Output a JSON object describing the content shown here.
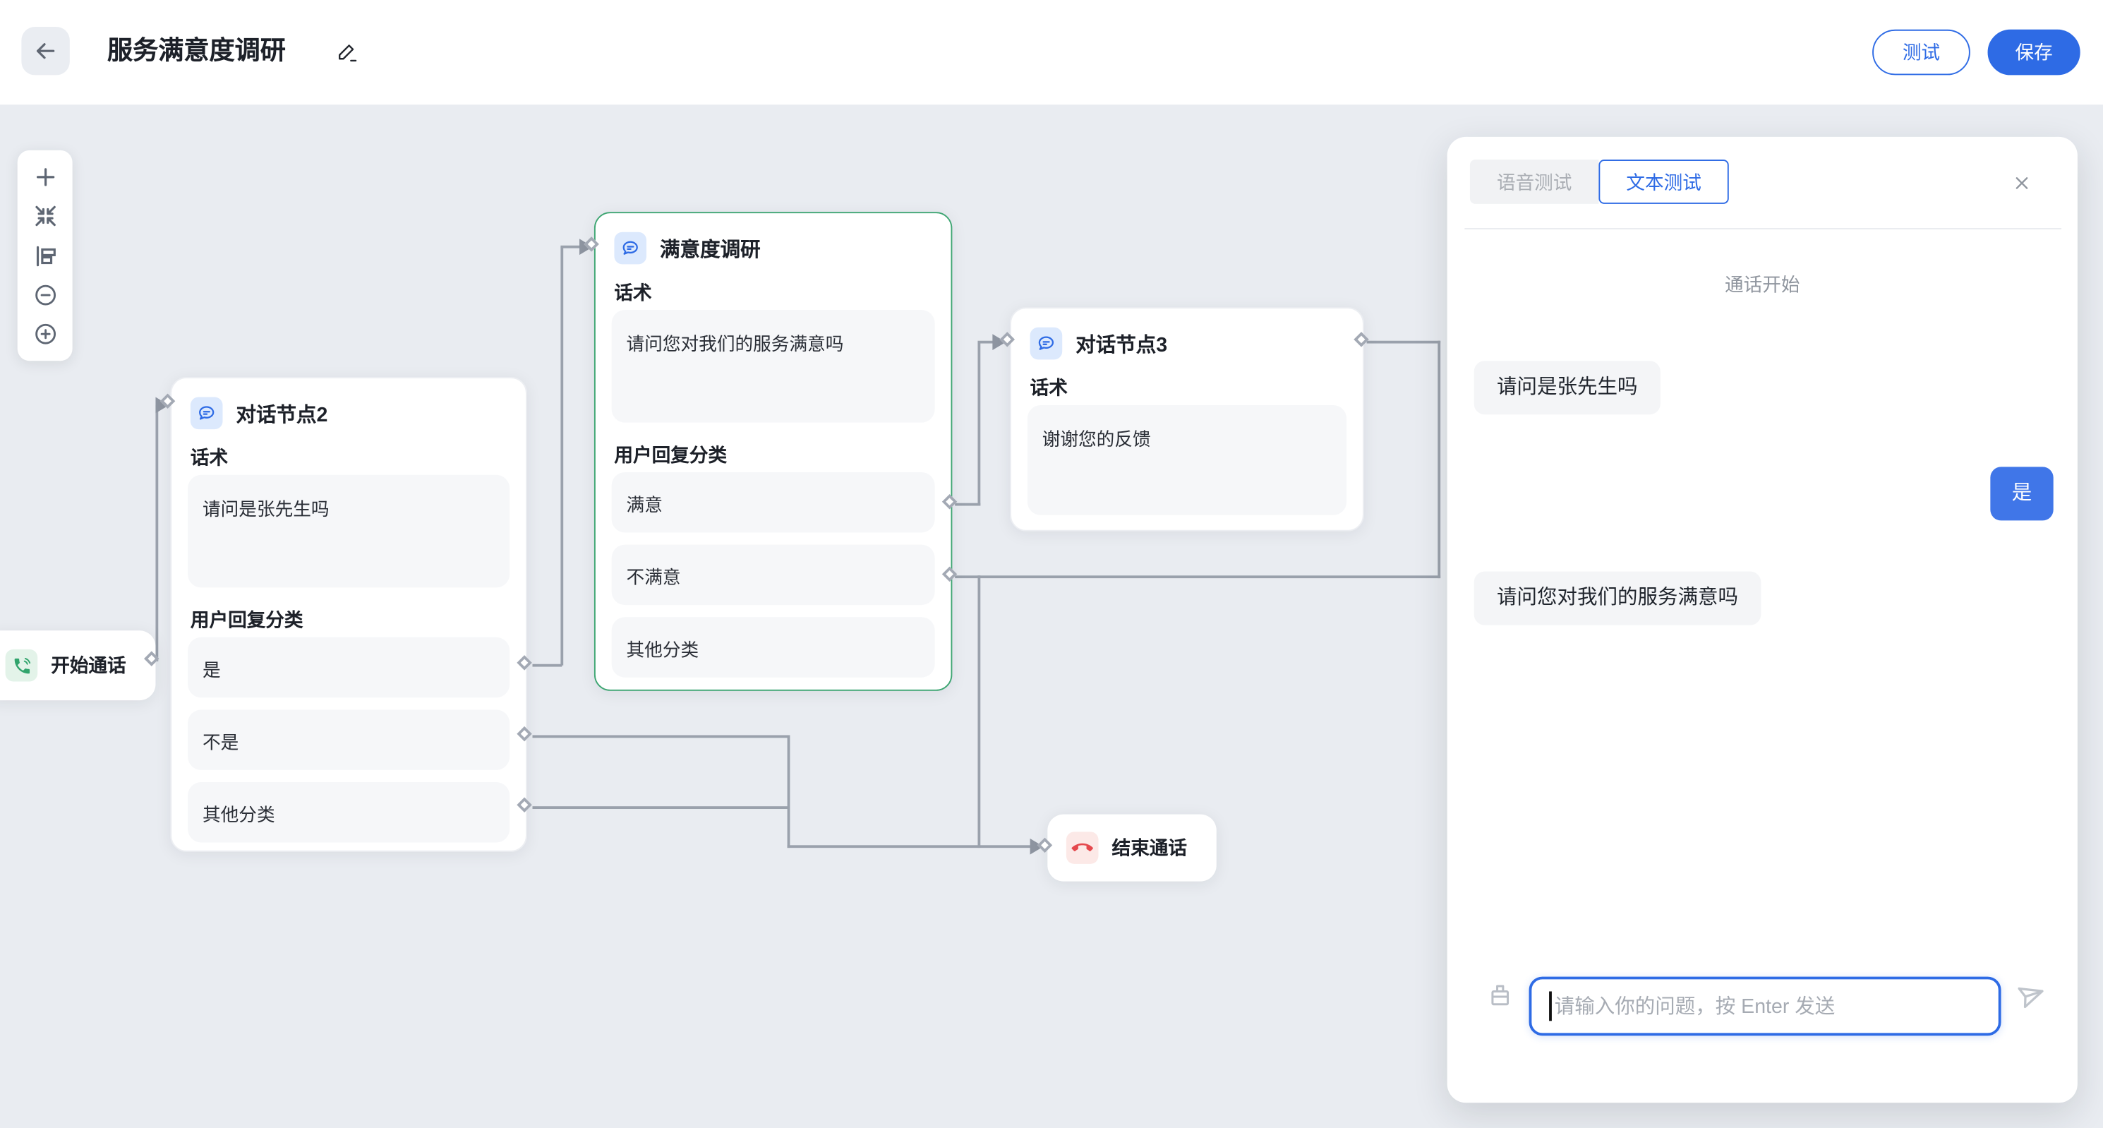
{
  "header": {
    "title": "服务满意度调研",
    "test_button": "测试",
    "save_button": "保存"
  },
  "canvas": {
    "start_node": {
      "label": "开始通话"
    },
    "dialog2": {
      "title": "对话节点2",
      "script_label": "话术",
      "script_text": "请问是张先生吗",
      "reply_label": "用户回复分类",
      "branches": [
        "是",
        "不是",
        "其他分类"
      ]
    },
    "survey": {
      "title": "满意度调研",
      "script_label": "话术",
      "script_text": "请问您对我们的服务满意吗",
      "reply_label": "用户回复分类",
      "branches": [
        "满意",
        "不满意",
        "其他分类"
      ]
    },
    "dialog3": {
      "title": "对话节点3",
      "script_label": "话术",
      "script_text": "谢谢您的反馈"
    },
    "end_node": {
      "label": "结束通话"
    }
  },
  "test_panel": {
    "tabs": {
      "voice": "语音测试",
      "text": "文本测试"
    },
    "call_start": "通话开始",
    "messages": [
      {
        "role": "bot",
        "text": "请问是张先生吗"
      },
      {
        "role": "user",
        "text": "是"
      },
      {
        "role": "bot",
        "text": "请问您对我们的服务满意吗"
      }
    ],
    "input_placeholder": "请输入你的问题，按 Enter 发送"
  },
  "colors": {
    "accent_blue": "#2E6BE5",
    "selected_green": "#3FA673",
    "start_green": "#30A46C",
    "end_red": "#E5484D",
    "user_bubble_blue": "#4076E8",
    "connector_gray": "#9AA1AC",
    "canvas_bg": "#E9ECF1"
  }
}
